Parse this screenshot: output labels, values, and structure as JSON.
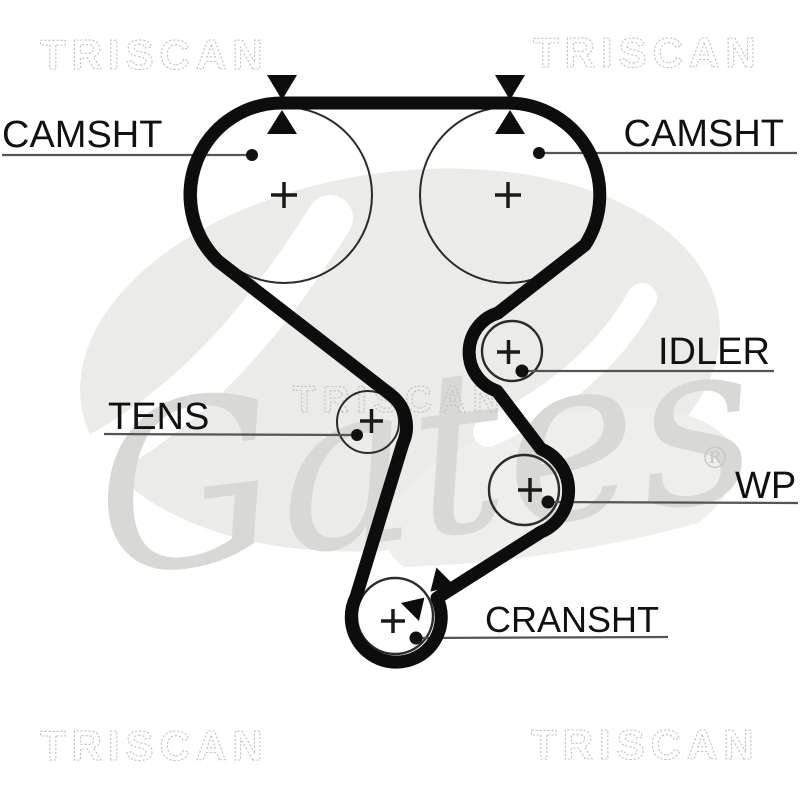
{
  "diagram": {
    "type": "timing-belt-routing",
    "components": {
      "camshaft_left": {
        "label": "CAMSHT"
      },
      "camshaft_right": {
        "label": "CAMSHT"
      },
      "idler": {
        "label": "IDLER"
      },
      "tensioner": {
        "label": "TENS"
      },
      "water_pump": {
        "label": "WP"
      },
      "crankshaft": {
        "label": "CRANSHT"
      }
    },
    "brand": {
      "watermark": "TRISCAN",
      "logo_script": "Gates",
      "registered_mark": "®"
    },
    "colors": {
      "background": "#ffffff",
      "belt": "#0d0d0d",
      "pulley_outline": "#2b2b2b",
      "label_text": "#111111",
      "leader_line": "#555555",
      "watermark_outline": "#c2c2bf",
      "logo_gray": "#d8d8d5",
      "swoosh_gray": "#ebebe8"
    }
  }
}
